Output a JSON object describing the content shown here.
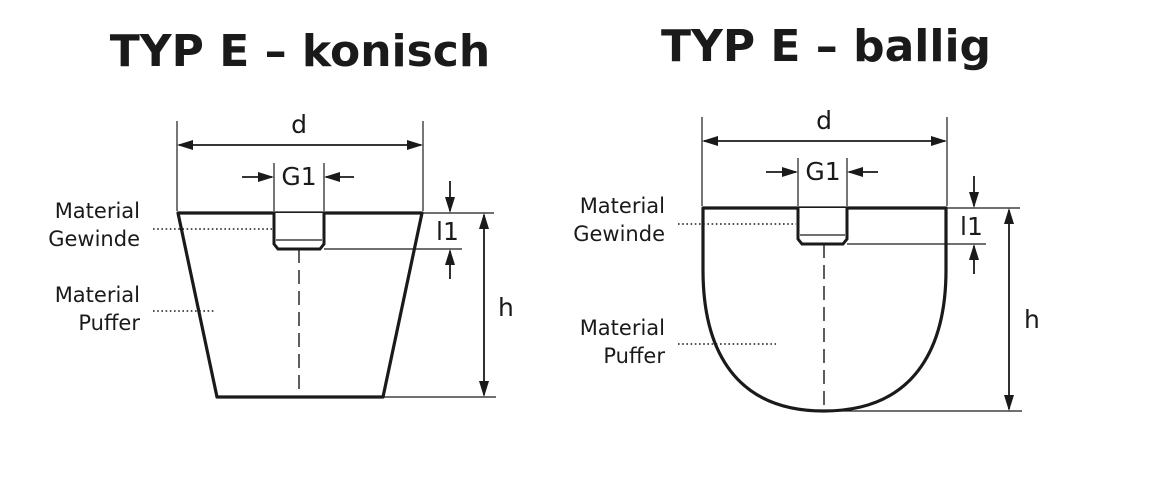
{
  "left": {
    "title": "TYP E – konisch",
    "dim_d": "d",
    "dim_g": "G1",
    "dim_l": "l1",
    "dim_h": "h",
    "label_thread": [
      "Material",
      "Gewinde"
    ],
    "label_body": [
      "Material",
      "Puffer"
    ]
  },
  "right": {
    "title": "TYP E – ballig",
    "dim_d": "d",
    "dim_g": "G1",
    "dim_l": "l1",
    "dim_h": "h",
    "label_thread": [
      "Material",
      "Gewinde"
    ],
    "label_body": [
      "Material",
      "Puffer"
    ]
  }
}
